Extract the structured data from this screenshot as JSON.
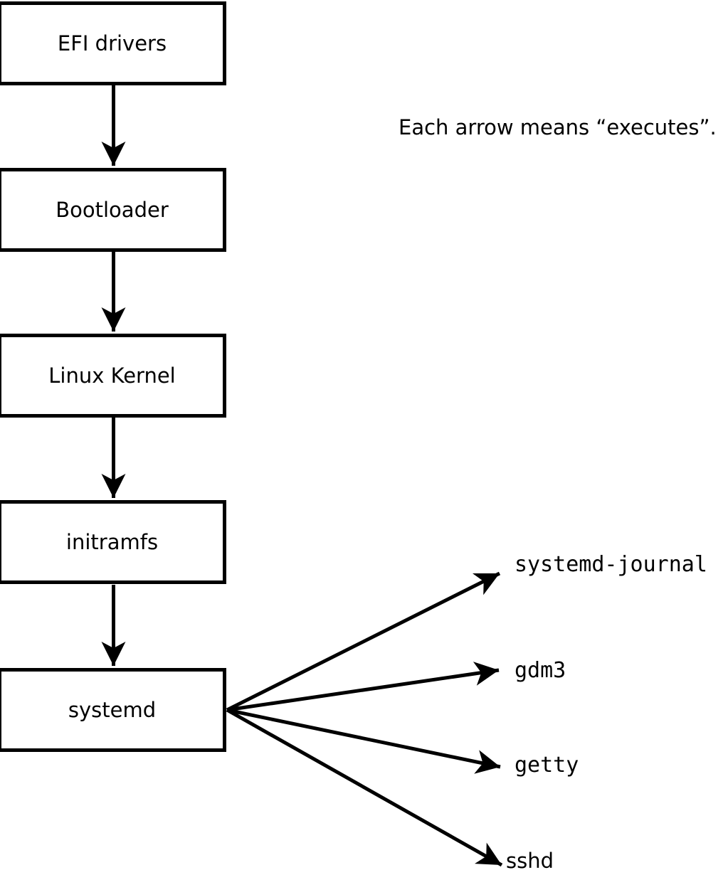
{
  "diagram": {
    "note": "Each arrow means “executes”.",
    "arrow_meaning": "executes",
    "flow_nodes": [
      {
        "id": "efi-drivers",
        "label": "EFI drivers"
      },
      {
        "id": "bootloader",
        "label": "Bootloader"
      },
      {
        "id": "linux-kernel",
        "label": "Linux Kernel"
      },
      {
        "id": "initramfs",
        "label": "initramfs"
      },
      {
        "id": "systemd",
        "label": "systemd"
      }
    ],
    "spawned_processes": [
      {
        "id": "systemd-journal",
        "label": "systemd-journal"
      },
      {
        "id": "gdm3",
        "label": "gdm3"
      },
      {
        "id": "getty",
        "label": "getty"
      },
      {
        "id": "sshd",
        "label": "sshd"
      }
    ],
    "colors": {
      "background": "#ffffff",
      "stroke": "#000000",
      "text": "#000000"
    }
  }
}
